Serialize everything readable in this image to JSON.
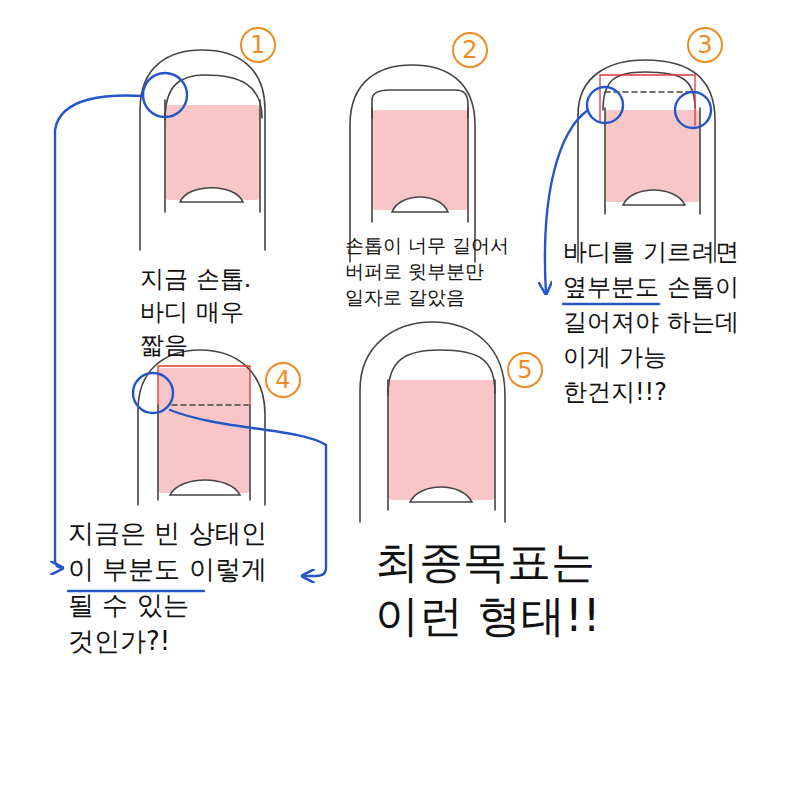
{
  "diagram": {
    "labels": [
      "1",
      "2",
      "3",
      "지금 손톱. 바디 매우 짧음",
      "손톱이 너무 길어서 버퍼로 윗부분만 일자로 갈았음",
      "바디를 기르려면 옆부분도 손톱이 길어져야 하는데 이게 가능 한건지!!?",
      "4",
      "5",
      "지금은 빈 상태인 이 부분도 이렇게 될 수 있는 것인가?!",
      "최종목표는 이런 형태!!"
    ]
  }
}
